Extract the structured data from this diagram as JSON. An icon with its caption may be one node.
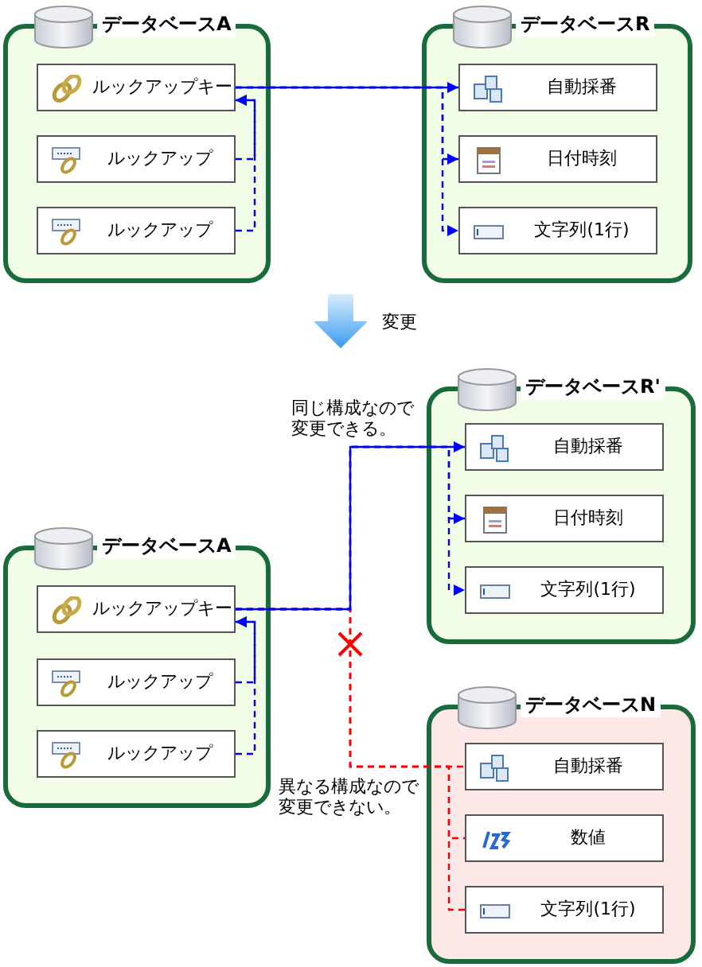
{
  "diagram": {
    "nodes": [
      {
        "text": [
          "データベースA"
        ]
      },
      {
        "text": [
          "ルックアップキー"
        ],
        "in": 0
      },
      {
        "text": [
          "ルックアップ"
        ],
        "in": 0
      },
      {
        "text": [
          "ルックアップ"
        ],
        "in": 0
      },
      {
        "text": [
          "データベースR"
        ]
      },
      {
        "text": [
          "自動採番"
        ],
        "in": 4
      },
      {
        "text": [
          "日付時刻"
        ],
        "in": 4
      },
      {
        "text": [
          "文字列(1行)"
        ],
        "in": 4
      },
      {
        "text": [
          "データベースA"
        ]
      },
      {
        "text": [
          "ルックアップキー"
        ],
        "in": 8
      },
      {
        "text": [
          "ルックアップ"
        ],
        "in": 8
      },
      {
        "text": [
          "ルックアップ"
        ],
        "in": 8
      },
      {
        "text": [
          "データベースR'"
        ]
      },
      {
        "text": [
          "自動採番"
        ],
        "in": 12
      },
      {
        "text": [
          "日付時刻"
        ],
        "in": 12
      },
      {
        "text": [
          "文字列(1行)"
        ],
        "in": 12
      },
      {
        "text": [
          "データベースN"
        ]
      },
      {
        "text": [
          "自動採番"
        ],
        "in": 16
      },
      {
        "text": [
          "数値"
        ],
        "in": 16
      },
      {
        "text": [
          "文字列(1行)"
        ],
        "in": 16
      }
    ],
    "edges": [
      {
        "from": 1,
        "to": 5,
        "arrow": "to"
      },
      {
        "from": 2,
        "to": 1,
        "arrow": "to",
        "style": "dashed"
      },
      {
        "from": 3,
        "to": 1,
        "arrow": "to",
        "style": "dashed"
      },
      {
        "from": 1,
        "to": 6,
        "arrow": "to",
        "style": "dashed"
      },
      {
        "from": 1,
        "to": 7,
        "arrow": "to",
        "style": "dashed"
      },
      {
        "from": 9,
        "to": 13,
        "arrow": "to"
      },
      {
        "from": 10,
        "to": 9,
        "arrow": "to",
        "style": "dashed"
      },
      {
        "from": 11,
        "to": 9,
        "arrow": "to",
        "style": "dashed"
      },
      {
        "from": 9,
        "to": 14,
        "arrow": "to",
        "style": "dashed"
      },
      {
        "from": 9,
        "to": 15,
        "arrow": "to",
        "style": "dashed"
      },
      {
        "from": 9,
        "to": 17,
        "arrow": "none",
        "style": "dashed",
        "color": "#ff0000"
      },
      {
        "from": 9,
        "to": 18,
        "arrow": "none",
        "style": "dashed",
        "color": "#ff0000"
      },
      {
        "from": 9,
        "to": 19,
        "arrow": "none",
        "style": "dashed",
        "color": "#ff0000"
      }
    ],
    "labels": [
      "変更",
      "同じ構成なので変更できる。",
      "異なる構成なので変更できない。"
    ]
  }
}
